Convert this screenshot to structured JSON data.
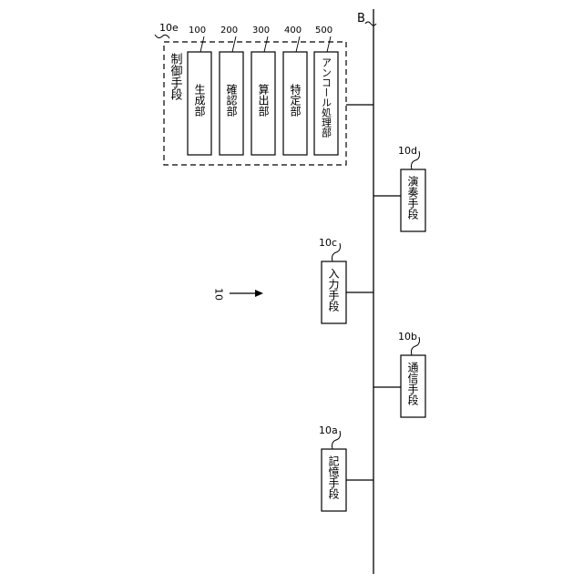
{
  "bus": {
    "label": "B"
  },
  "system": {
    "ref": "10"
  },
  "control": {
    "ref": "10e",
    "title": "制御手段",
    "units": [
      {
        "num": "100",
        "label": "生成部"
      },
      {
        "num": "200",
        "label": "確認部"
      },
      {
        "num": "300",
        "label": "算出部"
      },
      {
        "num": "400",
        "label": "特定部"
      },
      {
        "num": "500",
        "label": "アンコール処理部"
      }
    ]
  },
  "nodes": {
    "performance": {
      "ref": "10d",
      "label": "演奏手段"
    },
    "input": {
      "ref": "10c",
      "label": "入力手段"
    },
    "communication": {
      "ref": "10b",
      "label": "通信手段"
    },
    "storage": {
      "ref": "10a",
      "label": "記憶手段"
    }
  }
}
